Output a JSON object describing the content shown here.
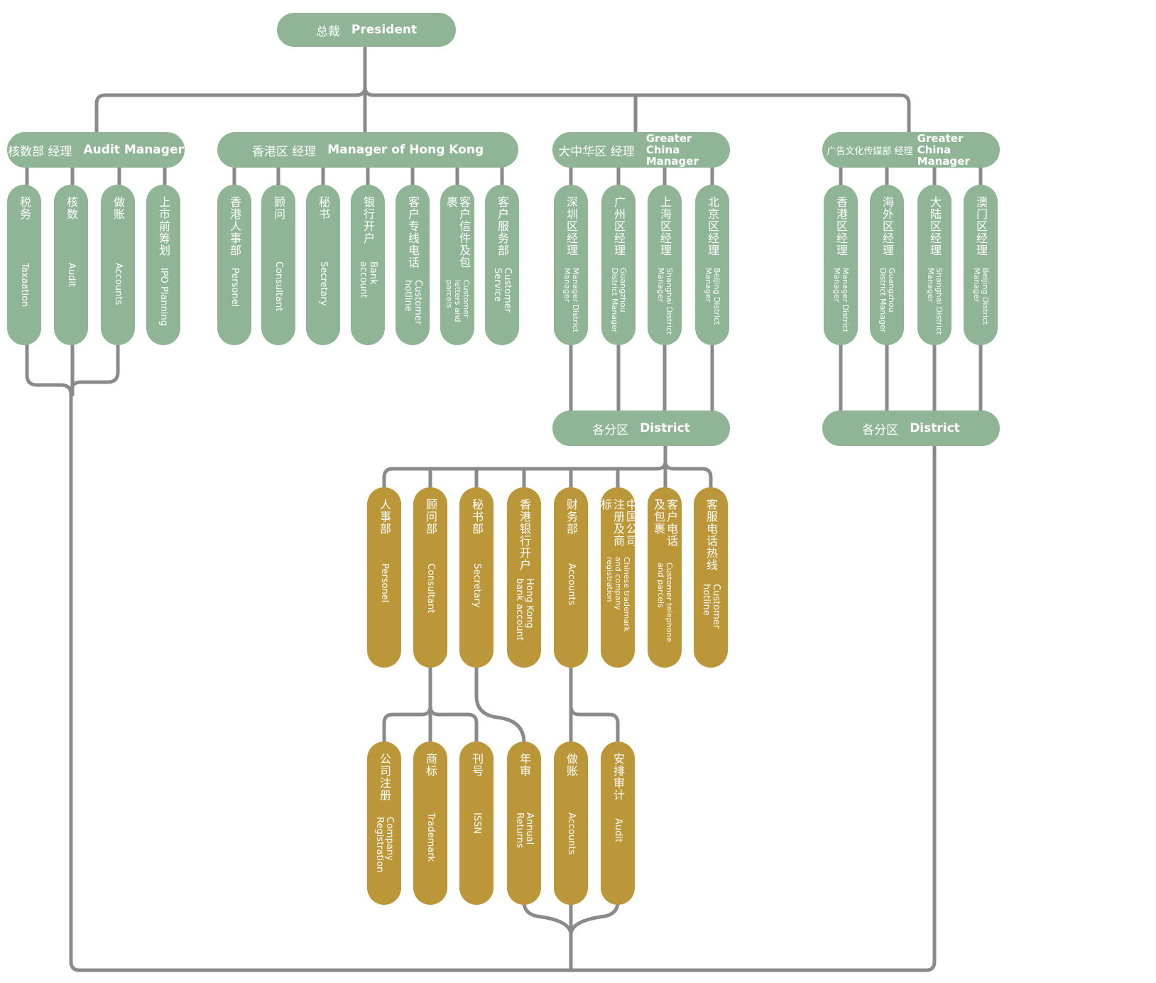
{
  "president": {
    "cn": "总裁",
    "en": "President"
  },
  "audit": {
    "header": {
      "cn": "核数部 经理",
      "en": "Audit Manager"
    },
    "items": [
      {
        "cn": "税务",
        "en": "Taxaation"
      },
      {
        "cn": "核数",
        "en": "Audit"
      },
      {
        "cn": "做账",
        "en": "Accounts"
      },
      {
        "cn": "上市前筹划",
        "en": "IPO Planning"
      }
    ]
  },
  "hongkong": {
    "header": {
      "cn": "香港区 经理",
      "en": "Manager of Hong Kong"
    },
    "items": [
      {
        "cn": "香港人事部",
        "en": "Personel"
      },
      {
        "cn": "顾问",
        "en": "Consultant"
      },
      {
        "cn": "秘书",
        "en": "Secretary"
      },
      {
        "cn": "银行开户",
        "en": "Bank account"
      },
      {
        "cn": "客户专线电话",
        "en": "Customer hotline"
      },
      {
        "cn": "客户信件及包裹",
        "en": "Customer letters and parcels"
      },
      {
        "cn": "客户服务部",
        "en": "Customer Service"
      }
    ]
  },
  "greater_china": {
    "header": {
      "cn": "大中华区 经理",
      "en": "Greater China Manager"
    },
    "items": [
      {
        "cn": "深圳区经理",
        "en": "Manager District Manager"
      },
      {
        "cn": "广州区经理",
        "en": "Guangzhou District Manager"
      },
      {
        "cn": "上海区经理",
        "en": "Shanghai District Manager"
      },
      {
        "cn": "北京区经理",
        "en": "Beijing District Manager"
      }
    ],
    "district": {
      "cn": "各分区",
      "en": "District"
    }
  },
  "media": {
    "header": {
      "cn": "广告文化传媒部 经理",
      "en": "Greater China Manager"
    },
    "items": [
      {
        "cn": "香港区经理",
        "en": "Manager District Manager"
      },
      {
        "cn": "海外区经理",
        "en": "Guangzhou District Manager"
      },
      {
        "cn": "大陆区经理",
        "en": "Shanghai District Manager"
      },
      {
        "cn": "澳门区经理",
        "en": "Beijing District Manager"
      }
    ],
    "district": {
      "cn": "各分区",
      "en": "District"
    }
  },
  "departments": [
    {
      "cn": "人事部",
      "en": "Personel"
    },
    {
      "cn": "顾问部",
      "en": "Consultant"
    },
    {
      "cn": "秘书部",
      "en": "Secretary"
    },
    {
      "cn": "香港银行开户",
      "en": "Hong Kong bank account"
    },
    {
      "cn": "财务部",
      "en": "Accounts"
    },
    {
      "cn": "中国公司注册及商标",
      "en": "Chinese trademark and company registration"
    },
    {
      "cn": "客户电话及包裹",
      "en": "Customer telephone and parcels"
    },
    {
      "cn": "客服电话热线",
      "en": "Customer hotline"
    }
  ],
  "services": [
    {
      "cn": "公司注册",
      "en": "Company Registration"
    },
    {
      "cn": "商标",
      "en": "Trademark"
    },
    {
      "cn": "刊号",
      "en": "ISSN"
    },
    {
      "cn": "年审",
      "en": "Annual Returns"
    },
    {
      "cn": "做账",
      "en": "Accounts"
    },
    {
      "cn": "安排审计",
      "en": "Audit"
    }
  ],
  "colors": {
    "green": "#8fb596",
    "gold": "#bc973a",
    "line": "#8a8a8a"
  }
}
